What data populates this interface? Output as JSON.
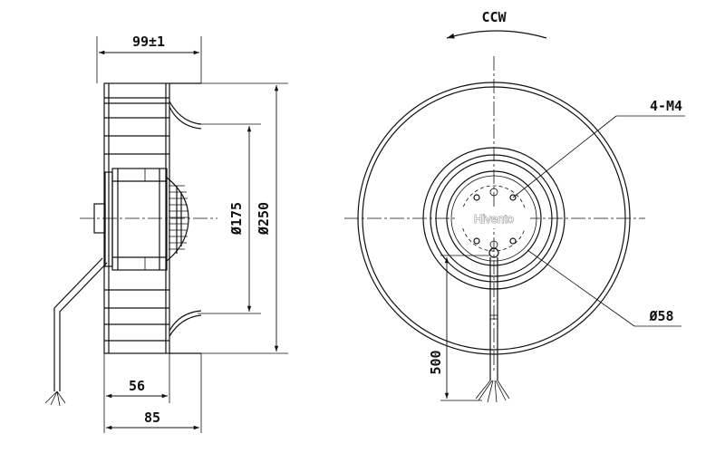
{
  "side_view": {
    "dim_width": "99±1",
    "dim_diameter_inner": "Ø175",
    "dim_diameter_outer": "Ø250",
    "dim_bottom_inner": "56",
    "dim_bottom_outer": "85"
  },
  "front_view": {
    "rotation_label": "CCW",
    "mounting_holes_label": "4-M4",
    "hub_diameter_label": "Ø58",
    "cable_length_label": "500",
    "brand_logo_text": "Hivento"
  }
}
